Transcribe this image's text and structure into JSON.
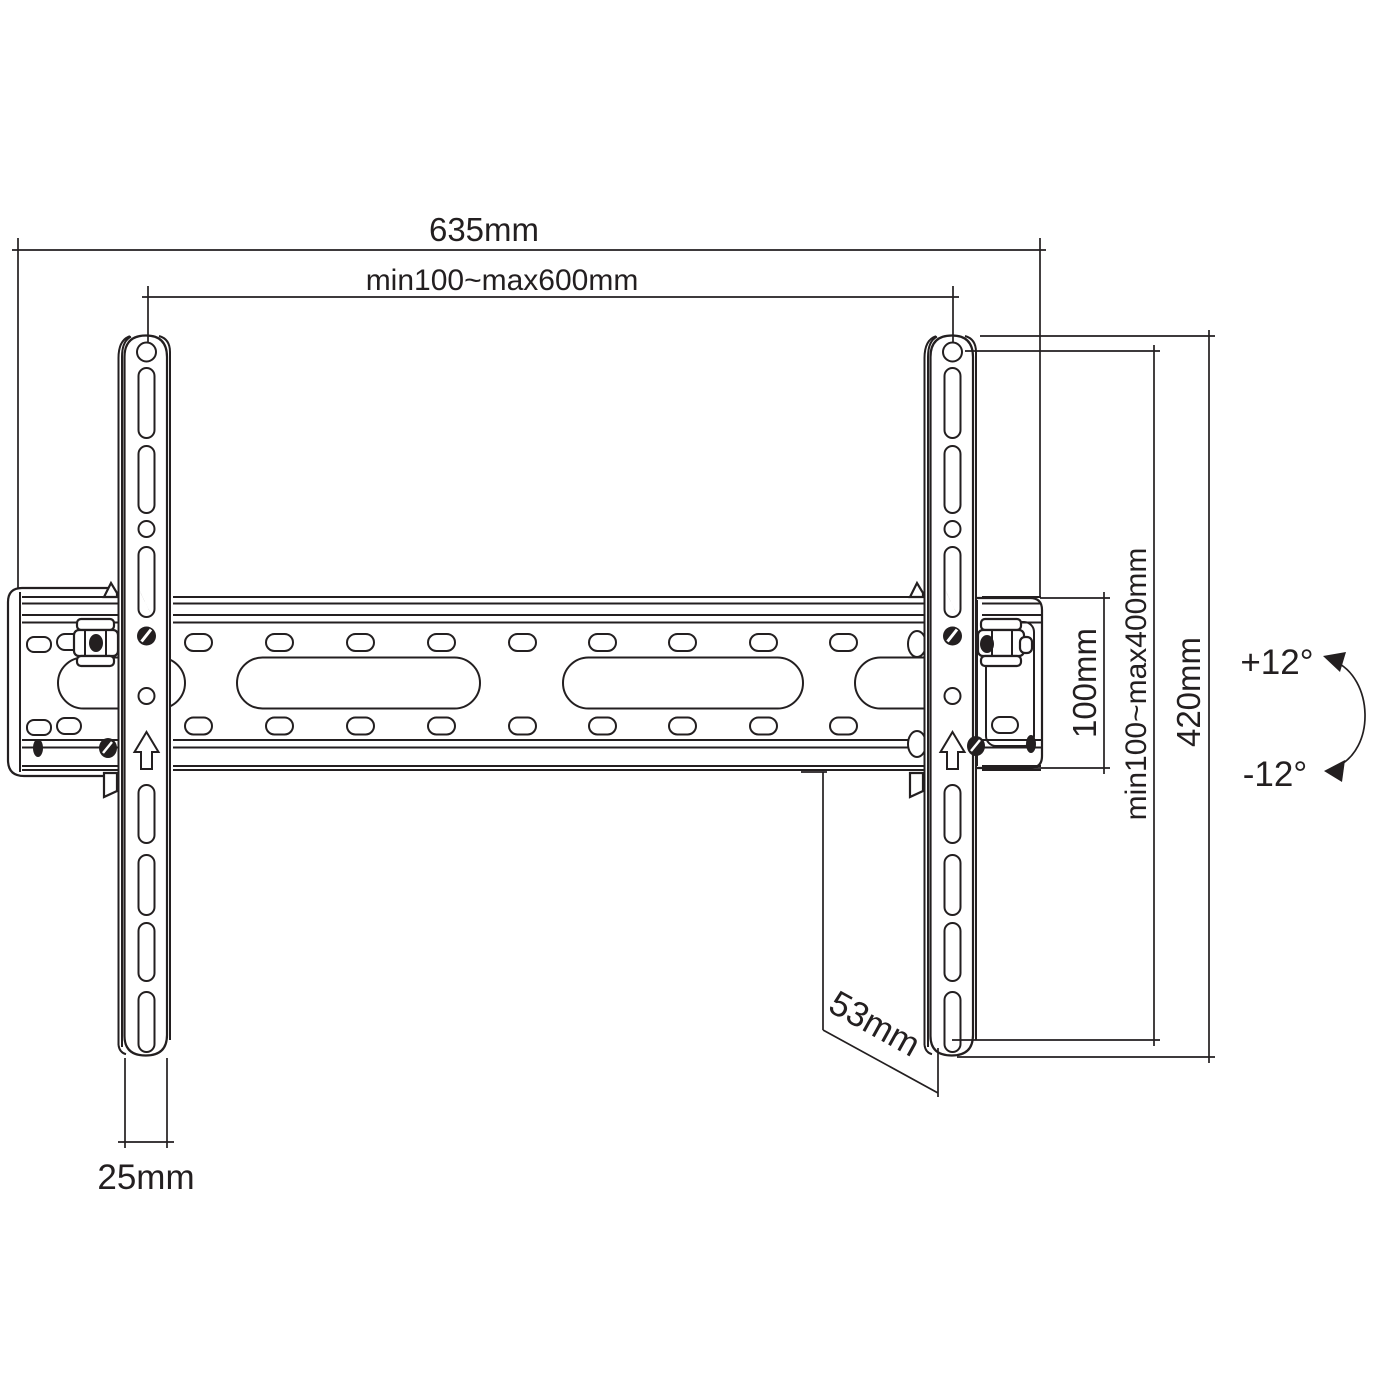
{
  "diagram": {
    "labels": {
      "total_width": "635mm",
      "horizontal_range": "min100~max600mm",
      "plate_height": "100mm",
      "vertical_range": "min100~max400mm",
      "arm_height": "420mm",
      "depth": "53mm",
      "arm_width": "25mm",
      "tilt_up": "+12°",
      "tilt_down": "-12°"
    },
    "colors": {
      "line": "#231f20",
      "background": "#ffffff"
    }
  }
}
